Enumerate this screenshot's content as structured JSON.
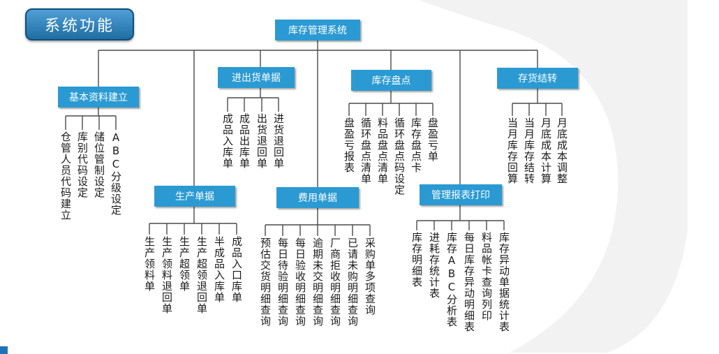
{
  "badge": "系统功能",
  "root": "库存管理系统",
  "groups": {
    "basic": {
      "label": "基本资料建立",
      "items": [
        "仓管人员代码建立",
        "库别代码设定",
        "储位管制设定",
        "ABC分级设定"
      ]
    },
    "production": {
      "label": "生产单据",
      "items": [
        "生产领料单",
        "生产领料退回单",
        "生产超领单",
        "生产超领退回单",
        "半成品入库单",
        "成品入口库单"
      ]
    },
    "inout": {
      "label": "进出货单据",
      "items": [
        "成品入库单",
        "成品出库单",
        "出货退回单",
        "进货退回单"
      ]
    },
    "expense": {
      "label": "费用单据",
      "items": [
        "预估交货明细查询",
        "每日待验明细查询",
        "每日验收明细查询",
        "逾期未交明细查询",
        "厂商拒收明细查询",
        "已请未购明细查询",
        "采购单多项查询"
      ]
    },
    "stocktake": {
      "label": "库存盘点",
      "items": [
        "盘盈亏报表",
        "循环盘点清单",
        "料品盘点清单",
        "循环盘点码设定",
        "库存盘点卡",
        "盘盈亏单"
      ]
    },
    "report": {
      "label": "管理报表打印",
      "items": [
        "库存明细表",
        "进耗存统计表",
        "库存ABC分析表",
        "每日库存异动明细表",
        "料品帐卡查询列印",
        "库存异动单据统计表"
      ]
    },
    "carry": {
      "label": "存货结转",
      "items": [
        "当月库存回算",
        "当月库存结转",
        "月底成本计算",
        "月底成本调整"
      ]
    }
  },
  "colors": {
    "node": "#2b9ad3",
    "badge": "#1f6da3",
    "line": "#4a4a4a"
  }
}
